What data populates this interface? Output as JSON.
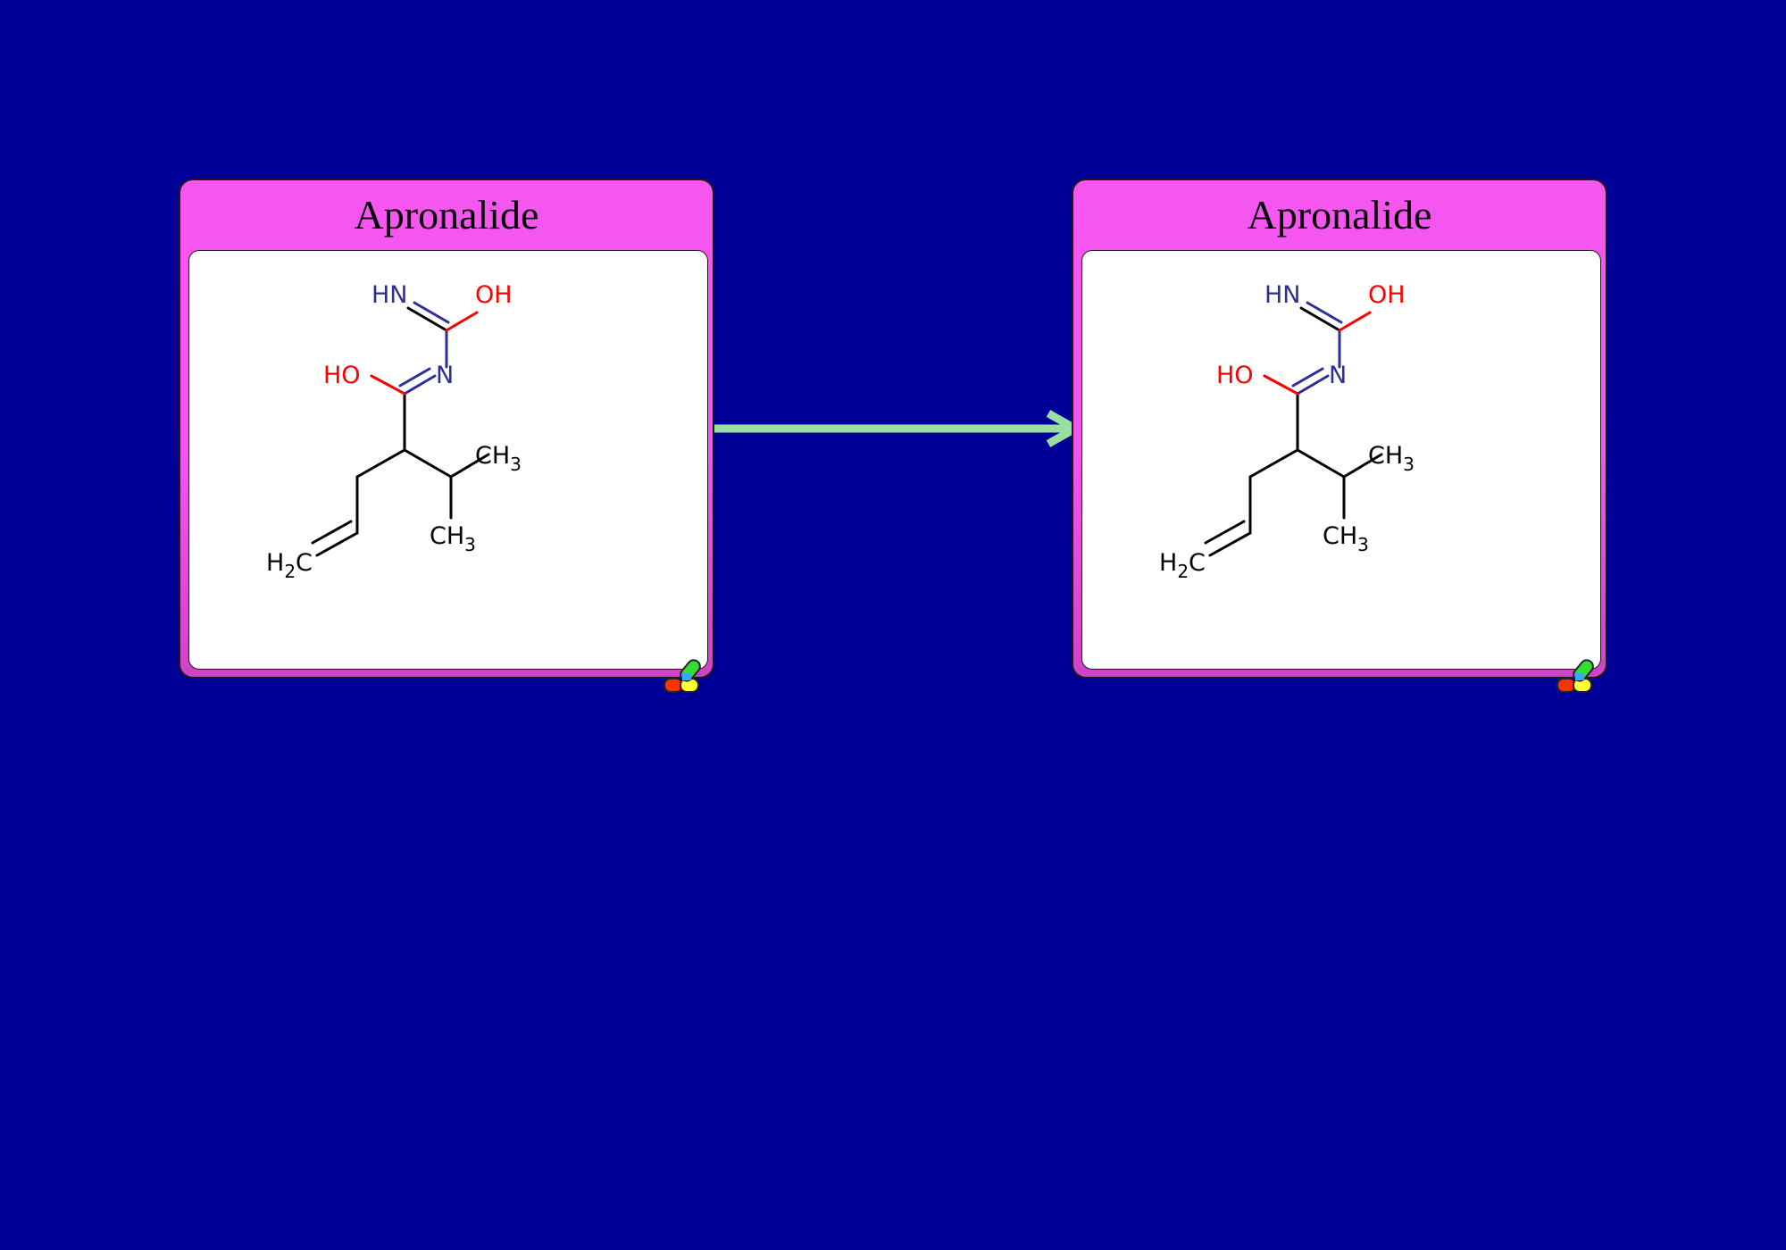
{
  "diagram": {
    "nodes": [
      {
        "id": "left",
        "title": "Apronalide",
        "atoms": {
          "hn": "HN",
          "oh_top": "OH",
          "ho": "HO",
          "n": "N",
          "ch3_upper": "CH",
          "ch3_upper_sub": "3",
          "ch3_lower": "CH",
          "ch3_lower_sub": "3",
          "h2c_h": "H",
          "h2c_sub": "2",
          "h2c_c": "C"
        }
      },
      {
        "id": "right",
        "title": "Apronalide",
        "atoms": {
          "hn": "HN",
          "oh_top": "OH",
          "ho": "HO",
          "n": "N",
          "ch3_upper": "CH",
          "ch3_upper_sub": "3",
          "ch3_lower": "CH",
          "ch3_lower_sub": "3",
          "h2c_h": "H",
          "h2c_sub": "2",
          "h2c_c": "C"
        }
      }
    ],
    "edges": [
      {
        "from": "left",
        "to": "right",
        "color": "#98e0a0"
      }
    ]
  },
  "colors": {
    "background": "#000099",
    "node_fill": "#f556ee",
    "nitrogen": "#2e2e99",
    "oxygen": "#ff0000",
    "carbon": "#000000"
  },
  "icons": {
    "node_badge": "pill-icon"
  }
}
